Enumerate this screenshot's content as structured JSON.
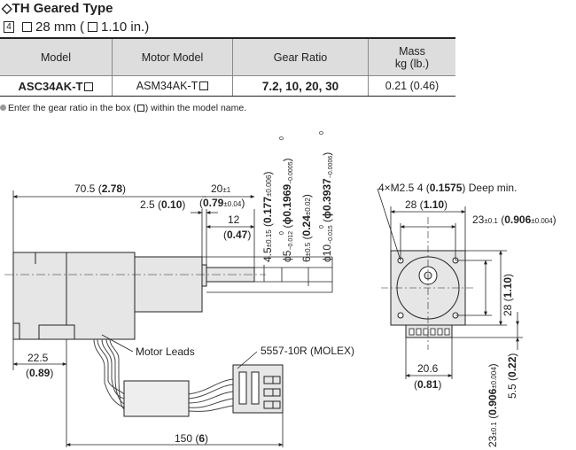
{
  "header": {
    "title": "◇TH Geared Type",
    "frame_no": "4",
    "size_mm": "28 mm (",
    "size_in": "1.10 in.)"
  },
  "table": {
    "headers": [
      "Model",
      "Motor Model",
      "Gear Ratio",
      "Mass",
      "kg (lb.)"
    ],
    "row": {
      "model": "ASC34AK-T",
      "motor_model": "ASM34AK-T",
      "gear_ratio": "7.2, 10, 20, 30",
      "mass": "0.21 (0.46)"
    }
  },
  "note": "Enter the gear ratio in the box (",
  "note_end": ") within the model name.",
  "dims": {
    "d_70_5": "70.5 (",
    "d_2_78": "2.78",
    "d_2_5": "2.5 (",
    "d_0_10": "0.10",
    "d_20": "20",
    "d_pm1": "±1",
    "d_0_79": "0.79",
    "d_pm004a": "±0.04",
    "d_12": "12",
    "d_0_47": "0.47",
    "v_4_5": "4.5",
    "v_pm015": "±0.15",
    "v_0_177": "0.177",
    "v_pm0006": "±0.006",
    "v_phi5": "ϕ5",
    "v_0012": "−0.012",
    "v_0a": "0",
    "v_phi_0_1969": "ϕ0.1969",
    "v_00005": "−0.0005",
    "v_0b": "0",
    "v_6": "6",
    "v_pm05": "±0.5",
    "v_0_24": "0.24",
    "v_pm002": "±0.02",
    "v_phi10": "ϕ10",
    "v_0015": "−0.015",
    "v_0c": "0",
    "v_phi_0_3937": "ϕ0.3937",
    "v_00006": "−0.0006",
    "v_0d": "0",
    "m25": "4×M2.5  4 (",
    "d_0_1575": "0.1575",
    "deep": ") Deep min.",
    "d_28": "28 (",
    "d_1_10": "1.10",
    "d_23": "23",
    "d_pm01": "±0.1",
    "d_0_906": "0.906",
    "d_pm0004": "±0.004",
    "v_28": "28 (",
    "v_1_10": "1.10",
    "d_20_6": "20.6",
    "d_0_81": "0.81",
    "v_23": "23",
    "v_pm01": "±0.1",
    "v_0_906": "0.906",
    "v_pm0004": "±0.004",
    "v_5_5": "5.5 (",
    "v_0_22": "0.22",
    "d_22_5": "22.5",
    "d_0_89": "0.89",
    "motor_leads": "Motor Leads",
    "connector": "5557-10R (MOLEX)",
    "d_150": "150 (",
    "d_6": "6"
  }
}
